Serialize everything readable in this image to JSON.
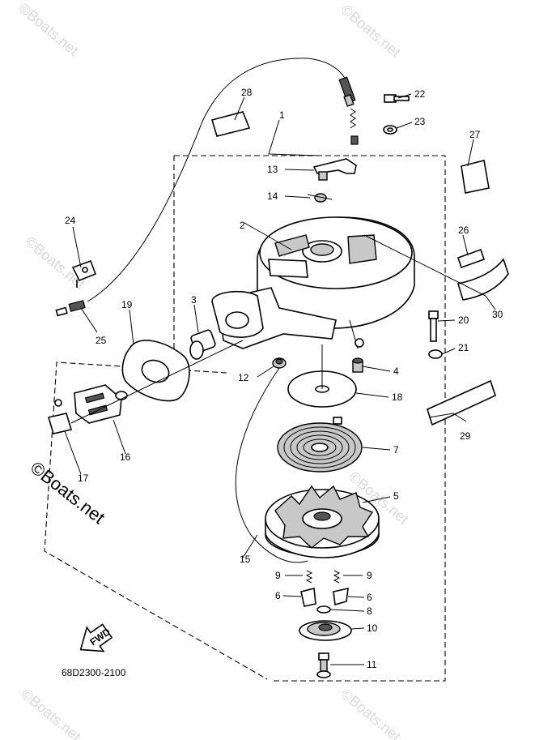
{
  "diagram": {
    "drawing_code": "68D2300-2100",
    "fwd_label": "FWD",
    "watermark": "©Boats.net",
    "callouts": [
      {
        "id": "c1",
        "text": "1"
      },
      {
        "id": "c2",
        "text": "2"
      },
      {
        "id": "c3",
        "text": "3"
      },
      {
        "id": "c4",
        "text": "4"
      },
      {
        "id": "c5",
        "text": "5"
      },
      {
        "id": "c6a",
        "text": "6"
      },
      {
        "id": "c6b",
        "text": "6"
      },
      {
        "id": "c7",
        "text": "7"
      },
      {
        "id": "c8",
        "text": "8"
      },
      {
        "id": "c9a",
        "text": "9"
      },
      {
        "id": "c9b",
        "text": "9"
      },
      {
        "id": "c10",
        "text": "10"
      },
      {
        "id": "c11",
        "text": "11"
      },
      {
        "id": "c12",
        "text": "12"
      },
      {
        "id": "c13",
        "text": "13"
      },
      {
        "id": "c14",
        "text": "14"
      },
      {
        "id": "c15",
        "text": "15"
      },
      {
        "id": "c16",
        "text": "16"
      },
      {
        "id": "c17",
        "text": "17"
      },
      {
        "id": "c18",
        "text": "18"
      },
      {
        "id": "c19",
        "text": "19"
      },
      {
        "id": "c20",
        "text": "20"
      },
      {
        "id": "c21",
        "text": "21"
      },
      {
        "id": "c22",
        "text": "22"
      },
      {
        "id": "c23",
        "text": "23"
      },
      {
        "id": "c24",
        "text": "24"
      },
      {
        "id": "c25",
        "text": "25"
      },
      {
        "id": "c26",
        "text": "26"
      },
      {
        "id": "c27",
        "text": "27"
      },
      {
        "id": "c28",
        "text": "28"
      },
      {
        "id": "c29",
        "text": "29"
      },
      {
        "id": "c30",
        "text": "30"
      }
    ]
  }
}
